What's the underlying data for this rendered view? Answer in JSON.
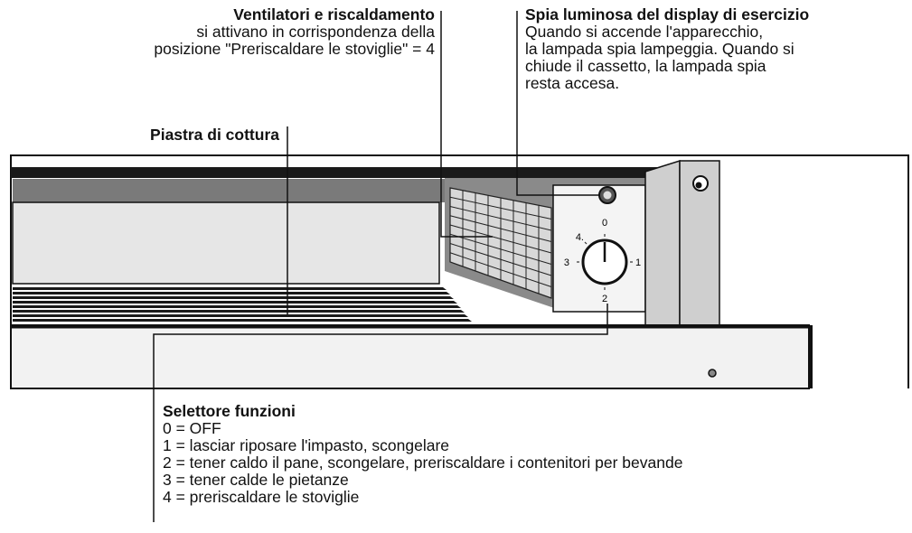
{
  "callouts": {
    "fans": {
      "title": "Ventilatori e riscaldamento",
      "lines": [
        "si attivano in corrispondenza della",
        "posizione \"Preriscaldare le stoviglie\" = 4"
      ]
    },
    "indicator": {
      "title": "Spia luminosa del display di esercizio",
      "lines": [
        "Quando si accende l'apparecchio,",
        "la lampada spia lampeggia. Quando si",
        "chiude il cassetto, la lampada spia",
        "resta accesa."
      ]
    },
    "hotplate": {
      "title": "Piastra di cottura"
    },
    "selector": {
      "title": "Selettore funzioni",
      "lines": [
        "0 = OFF",
        "1 = lasciar riposare l'impasto, scongelare",
        "2 = tener caldo il pane, scongelare, preriscaldare i contenitori per bevande",
        "3 = tener calde le pietanze",
        "4 = preriscaldare le stoviglie"
      ]
    }
  },
  "knob": {
    "marks": [
      "0",
      "1",
      "2",
      "3",
      "4."
    ]
  }
}
